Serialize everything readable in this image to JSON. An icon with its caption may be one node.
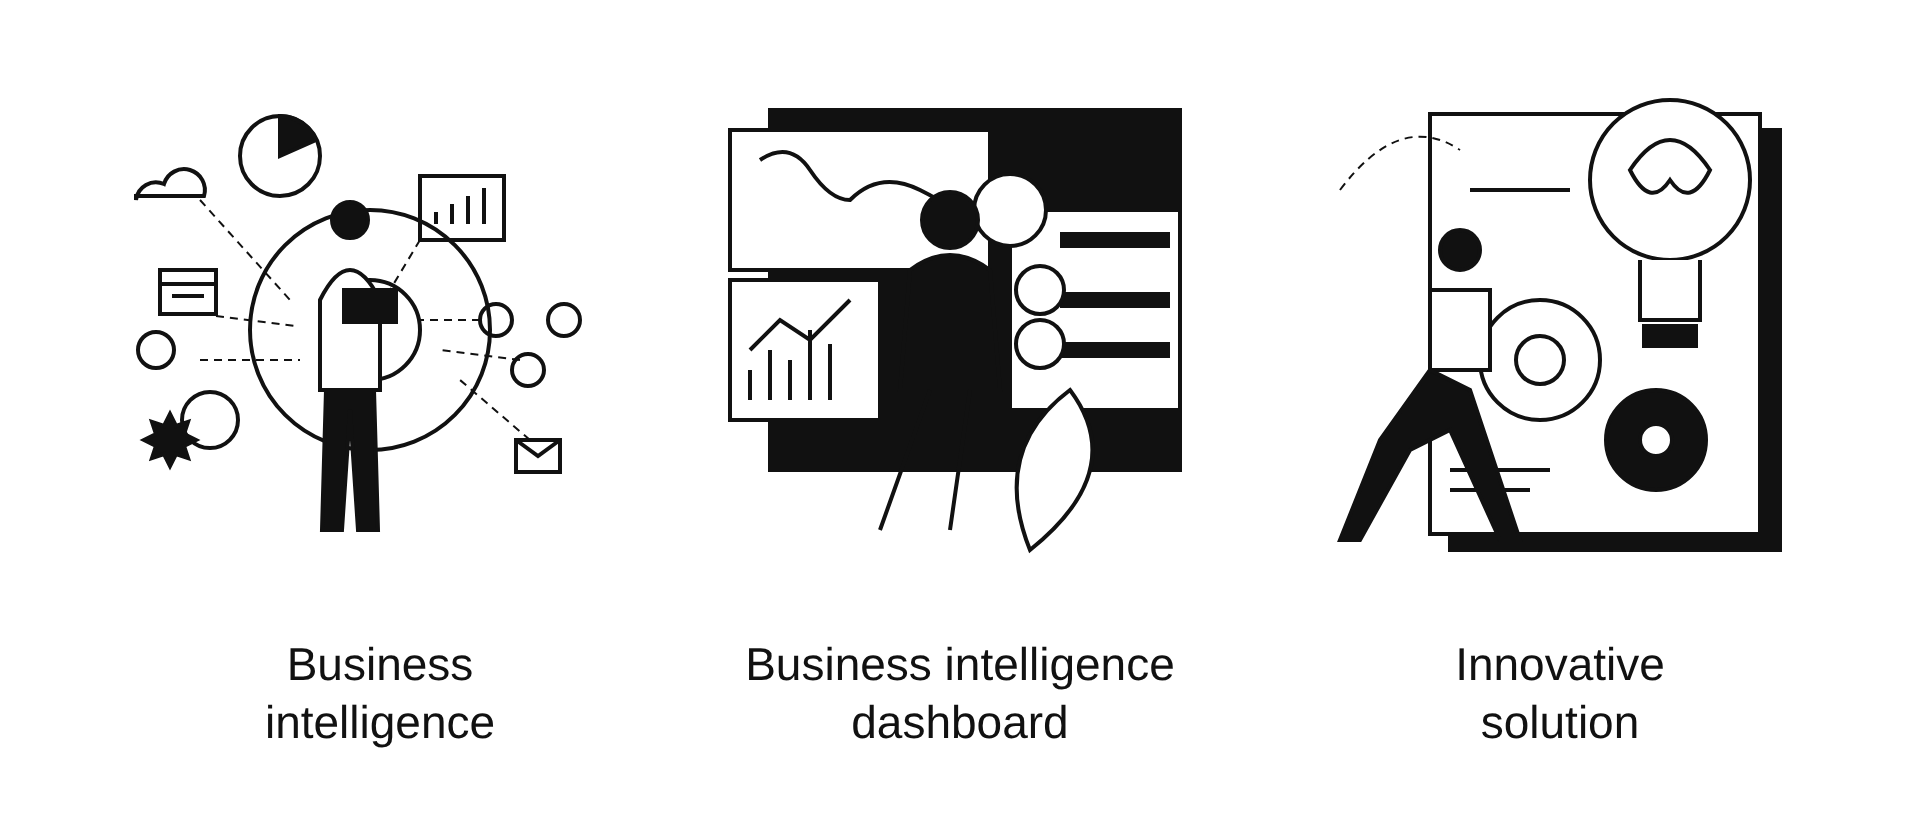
{
  "diagram": {
    "labels": [
      "Business intelligence",
      "Business intelligence dashboard",
      "Innovative solution"
    ]
  }
}
